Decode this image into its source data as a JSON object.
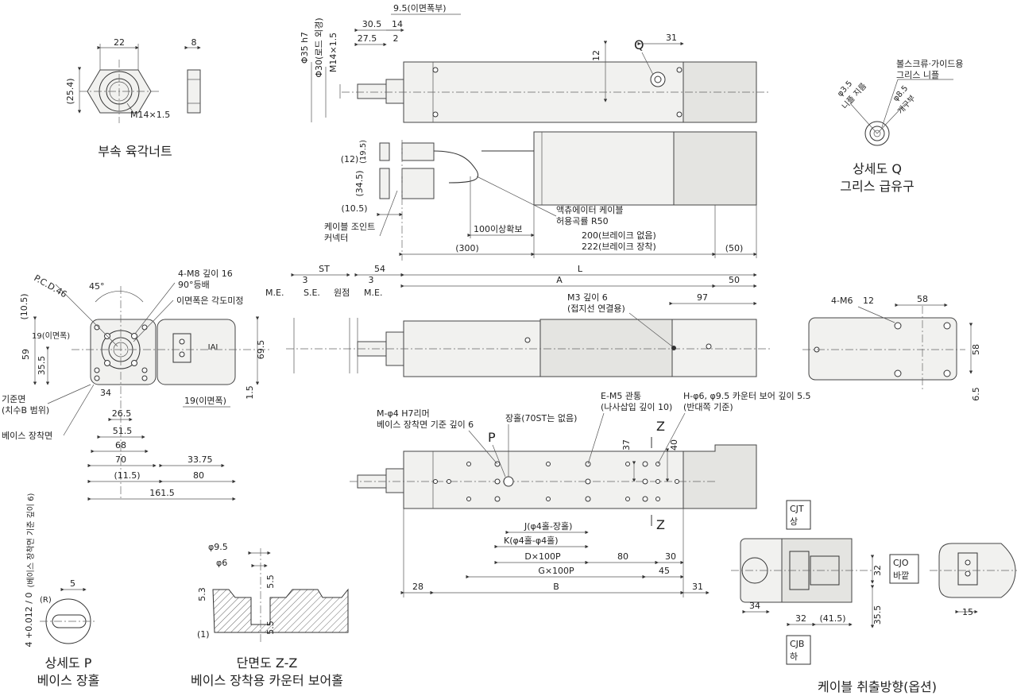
{
  "hex_nut": {
    "dim_width": "22",
    "dim_thickness": "8",
    "dim_height": "(25.4)",
    "thread": "M14×1.5",
    "caption": "부속 육각너트"
  },
  "rod_dims": {
    "d35": "Φ35 h7",
    "d30": "Φ30(로드 외경)",
    "thread": "M14×1.5",
    "d30_5": "30.5",
    "d27_5": "27.5",
    "d14": "14",
    "d2": "2",
    "d9_5": "9.5(이면폭부)",
    "d12": "12",
    "d31": "31",
    "label_q": "Q"
  },
  "connector": {
    "d12": "(12)",
    "d19_5": "(19.5)",
    "d34_5": "(34.5)",
    "d10_5": "(10.5)",
    "joint_label_1": "케이블 조인트",
    "joint_label_2": "커넥터",
    "clearance": "100이상확보",
    "d300": "(300)",
    "d200": "200(브레이크 없음)",
    "d222": "222(브레이크 장착)",
    "d50": "(50)",
    "cable_1": "액츄에이터 케이블",
    "cable_2": "허용곡률 R50"
  },
  "detail_q": {
    "bolt_1": "볼스크류·가이드용",
    "bolt_2": "그리스 니플",
    "phi35": "φ3.5",
    "nozzle": "니플 지름",
    "phi85": "φ8.5",
    "opening": "개구부",
    "title_1": "상세도 Q",
    "title_2": "그리스 급유구"
  },
  "front": {
    "pcd": "P.C.D.46",
    "angle": "45°",
    "m8_1": "4-M8 깊이 16",
    "m8_2": "90°등배",
    "flat_note": "이면폭은 각도미정",
    "d10_5": "(10.5)",
    "d19": "19(이면폭)",
    "d59": "59",
    "d35_5": "35.5",
    "d34": "34",
    "d26_5": "26.5",
    "d51_5": "51.5",
    "d68": "68",
    "d70": "70",
    "d11_5": "(11.5)",
    "d161_5": "161.5",
    "d19b": "19(이면폭)",
    "d33_75": "33.75",
    "d80": "80",
    "d69_5": "69.5",
    "d1_5": "1.5",
    "ref_1": "기준면",
    "ref_2": "(치수B 범위)",
    "base_surface": "베이스 장착면",
    "logo": "IAI"
  },
  "side": {
    "st": "ST",
    "d54": "54",
    "d3a": "3",
    "d3b": "3",
    "me1": "M.E.",
    "se": "S.E.",
    "origin": "원점",
    "me2": "M.E.",
    "l": "L",
    "a": "A",
    "d50": "50",
    "m3_1": "M3 깊이 6",
    "m3_2": "(접지선 연결용)",
    "d97": "97"
  },
  "rear": {
    "m6": "4-M6",
    "d12": "12",
    "d58a": "58",
    "d58b": "58",
    "d6_5": "6.5"
  },
  "bottom": {
    "m_phi4_1": "M-φ4 H7리머",
    "m_phi4_2": "베이스 장착면 기준 깊이 6",
    "slot_note": "장홀(70ST는 없음)",
    "label_p": "P",
    "e_m5_1": "E-M5 관통",
    "e_m5_2": "(나사삽입 깊이 10)",
    "h_1": "H-φ6, φ9.5 카운터 보어 깊이 5.5",
    "h_2": "(반대쪽 기준)",
    "z1": "Z",
    "z2": "Z",
    "d37": "37",
    "d40": "40",
    "j": "J(φ4홀-장홀)",
    "k": "K(φ4홀-φ4홀)",
    "d_pitch": "D×100P",
    "d80": "80",
    "d30": "30",
    "g_pitch": "G×100P",
    "d45": "45",
    "d28": "28",
    "b": "B",
    "d31": "31"
  },
  "detail_p": {
    "tol": "4 +0.012 / 0",
    "note": "(베이스 장착면 기준 깊이 6)",
    "d5": "5",
    "r": "(R)",
    "title_1": "상세도 P",
    "title_2": "베이스 장홀"
  },
  "section_z": {
    "phi95": "φ9.5",
    "phi6": "φ6",
    "d5_3": "5.3",
    "d5_5a": "5.5",
    "d5_5b": "5.5",
    "d1": "(1)",
    "title_1": "단면도 Z-Z",
    "title_2": "베이스 장착용 카운터 보어홀"
  },
  "cable_exit": {
    "cjt_1": "CJT",
    "cjt_2": "상",
    "cjo_1": "CJO",
    "cjo_2": "바깥",
    "cjb_1": "CJB",
    "cjb_2": "하",
    "d32a": "32",
    "d34": "34",
    "d32b": "32",
    "d41_5": "(41.5)",
    "d35_5": "35.5",
    "d15": "15",
    "title": "케이블 취출방향(옵션)"
  }
}
